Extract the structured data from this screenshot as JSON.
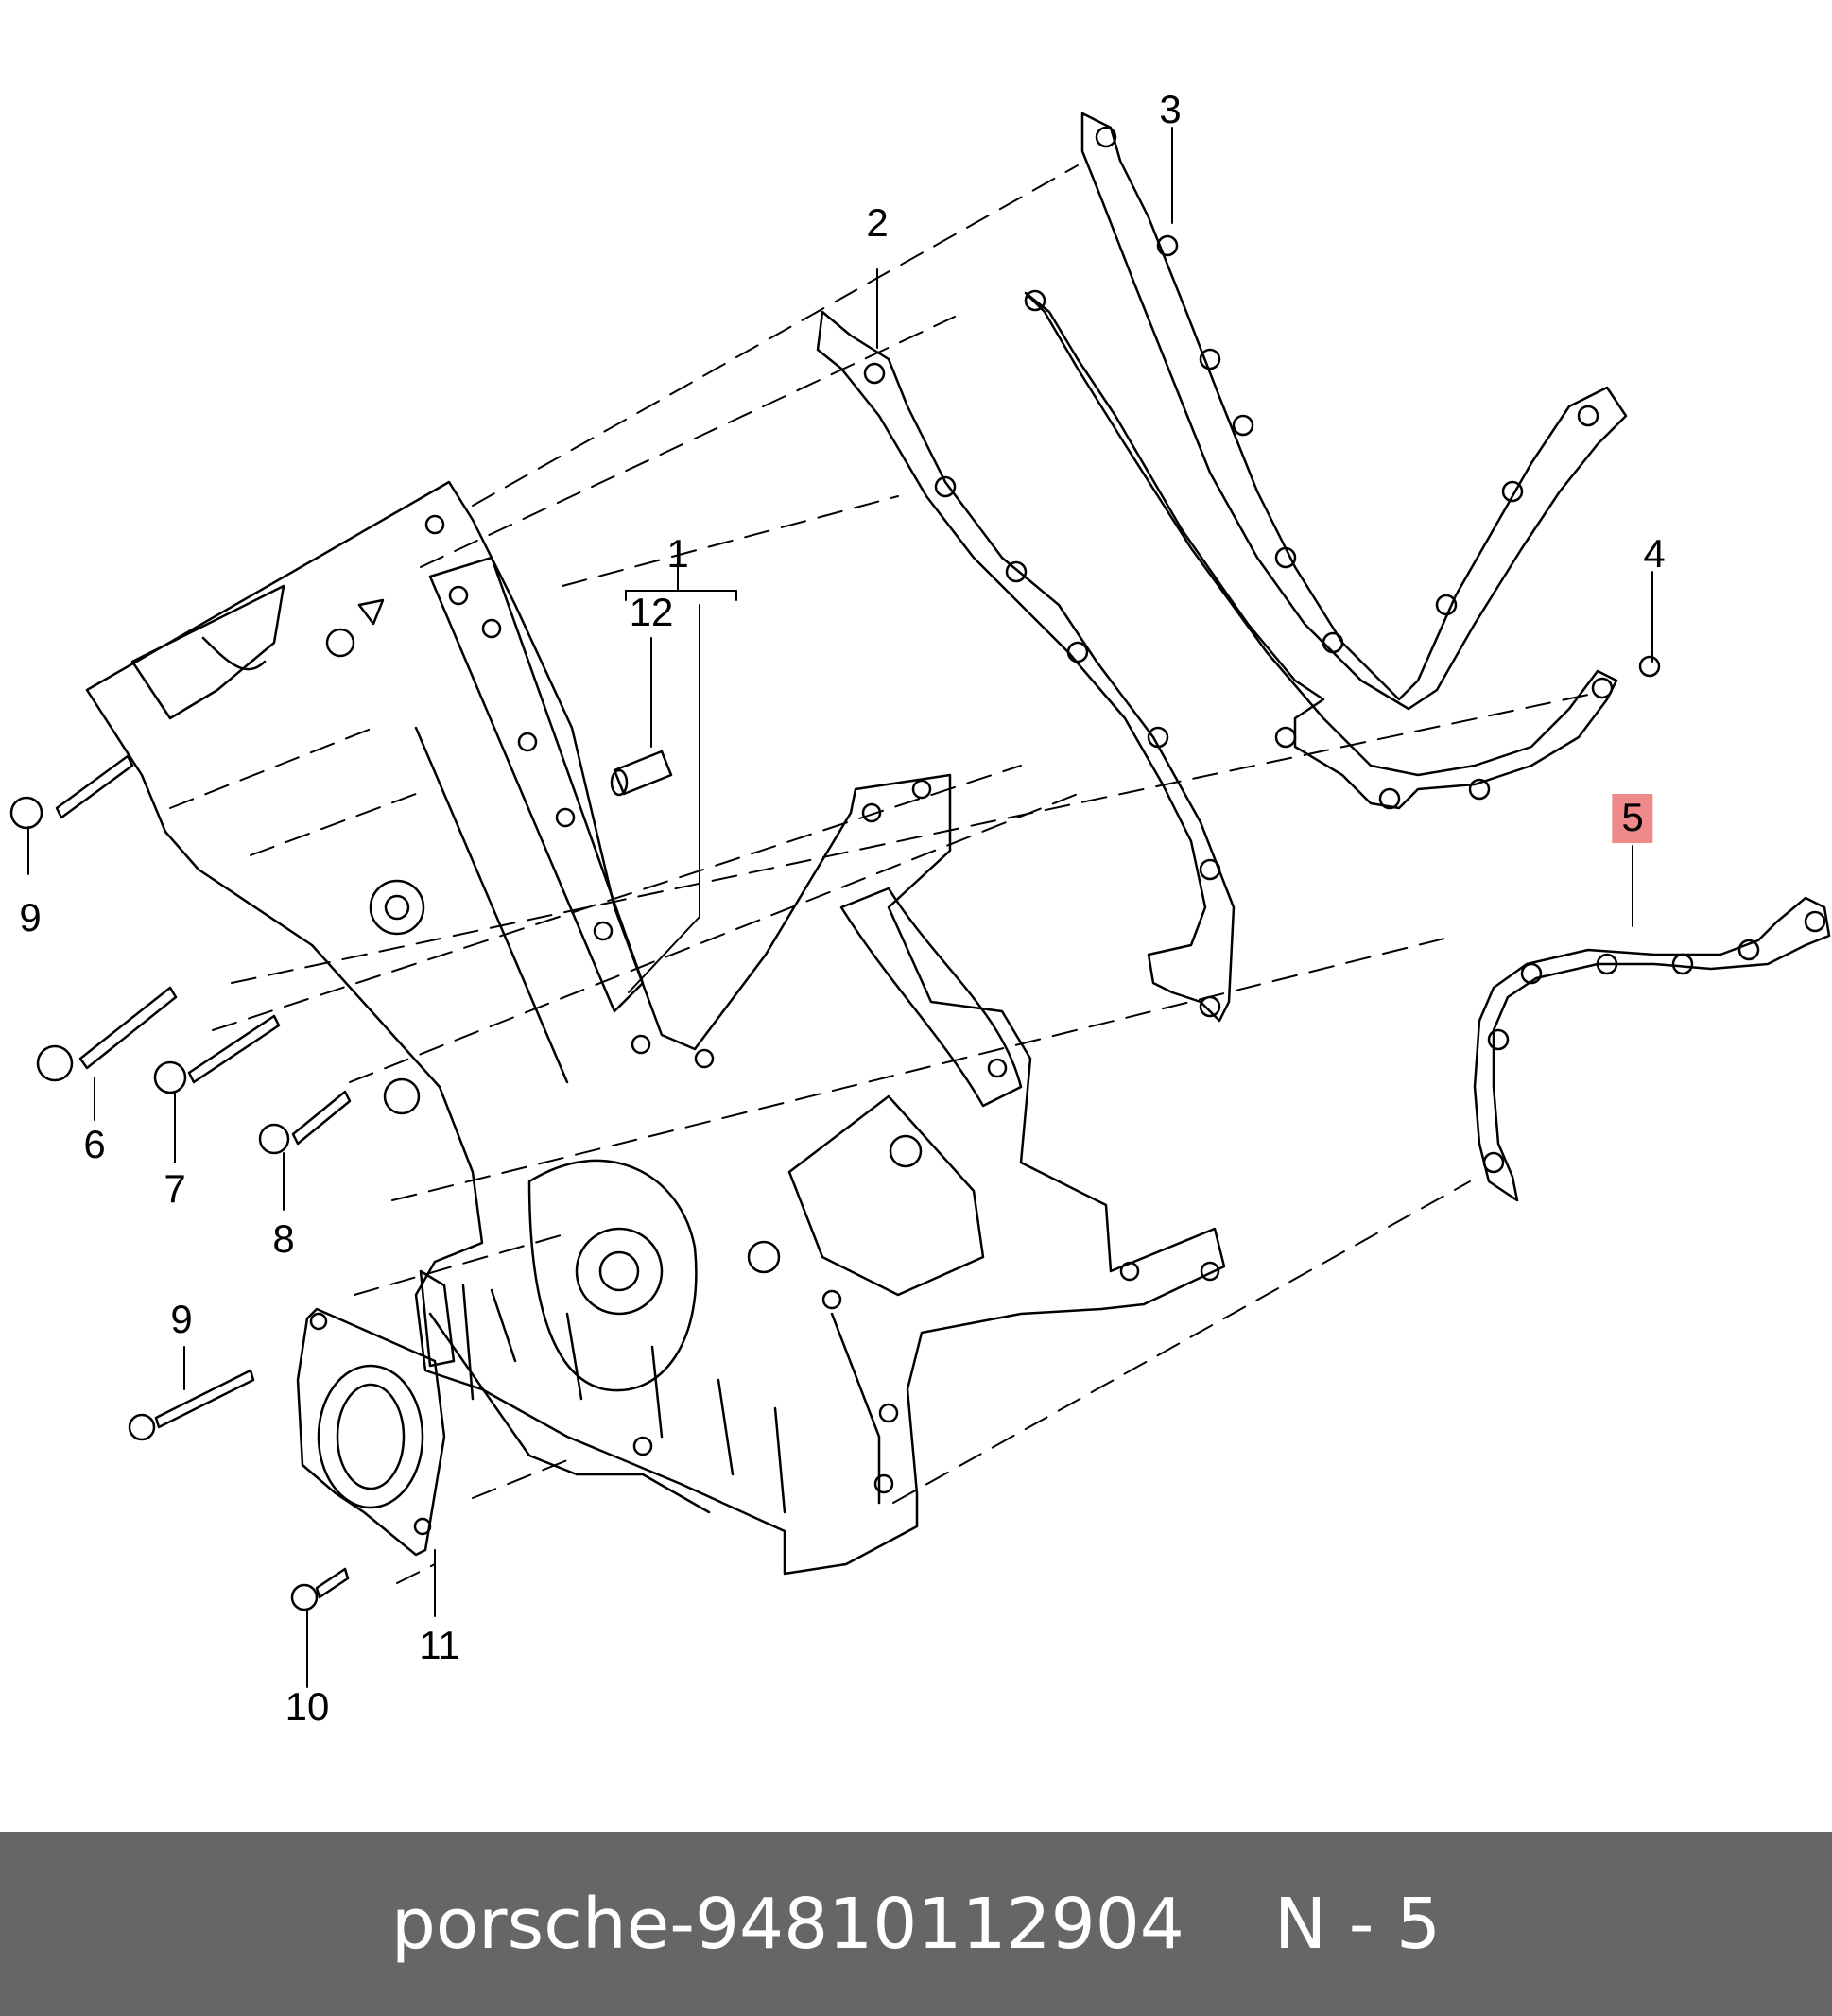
{
  "diagram": {
    "callouts": [
      {
        "id": "c1",
        "text": "1"
      },
      {
        "id": "c2",
        "text": "2"
      },
      {
        "id": "c3",
        "text": "3"
      },
      {
        "id": "c4",
        "text": "4"
      },
      {
        "id": "c5",
        "text": "5",
        "highlighted": true
      },
      {
        "id": "c6",
        "text": "6"
      },
      {
        "id": "c7",
        "text": "7"
      },
      {
        "id": "c8",
        "text": "8"
      },
      {
        "id": "c9a",
        "text": "9"
      },
      {
        "id": "c9b",
        "text": "9"
      },
      {
        "id": "c10",
        "text": "10"
      },
      {
        "id": "c11",
        "text": "11"
      },
      {
        "id": "c12",
        "text": "12"
      }
    ],
    "highlight_color": "#f08a8a"
  },
  "footer": {
    "brand": "porsche",
    "separator": "-",
    "part_number": "94810112904",
    "position_label": "N - 5",
    "background_color": "#666666",
    "text_color": "#ffffff"
  }
}
